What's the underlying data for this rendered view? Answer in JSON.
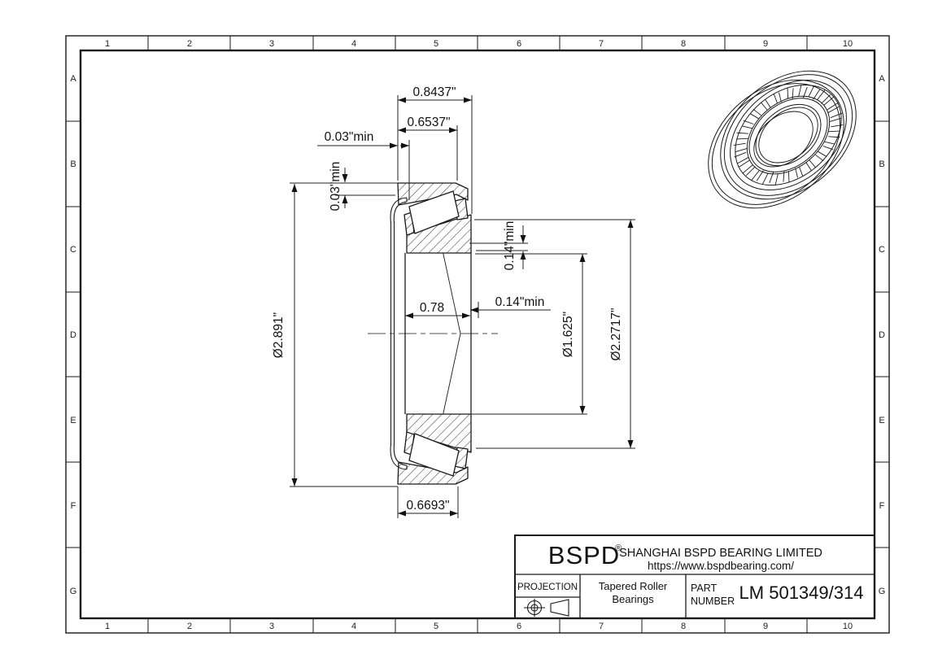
{
  "sheet": {
    "columns": [
      "1",
      "2",
      "3",
      "4",
      "5",
      "6",
      "7",
      "8",
      "9",
      "10"
    ],
    "rows": [
      "A",
      "B",
      "C",
      "D",
      "E",
      "F",
      "G"
    ]
  },
  "drawing": {
    "dim_total_width": "0.8437\"",
    "dim_cone_front_width": "0.6537\"",
    "dim_backing_clearance_h": "0.03\"min",
    "dim_backing_clearance_v": "0.03\"min",
    "dim_outer_diameter": "Ø2.891\"",
    "dim_shoulder_clearance_v": "0.14\"min",
    "dim_shoulder_clearance_h": "0.14\"min",
    "dim_cone_width": "0.78",
    "dim_bore_diameter": "Ø1.625\"",
    "dim_housing_shoulder_diameter": "Ø2.2717\"",
    "dim_cup_width": "0.6693\""
  },
  "title_block": {
    "brand": "BSPD",
    "registered": "®",
    "company": "SHANGHAI BSPD BEARING LIMITED",
    "website": "https://www.bspdbearing.com/",
    "projection_label": "PROJECTION",
    "product_line1": "Tapered Roller",
    "product_line2": "Bearings",
    "part_label_line1": "PART",
    "part_label_line2": "NUMBER",
    "part_number": "LM 501349/314"
  },
  "colors": {
    "line": "#1a1a1a",
    "background": "#ffffff",
    "centerline": "#8a8a8a"
  }
}
